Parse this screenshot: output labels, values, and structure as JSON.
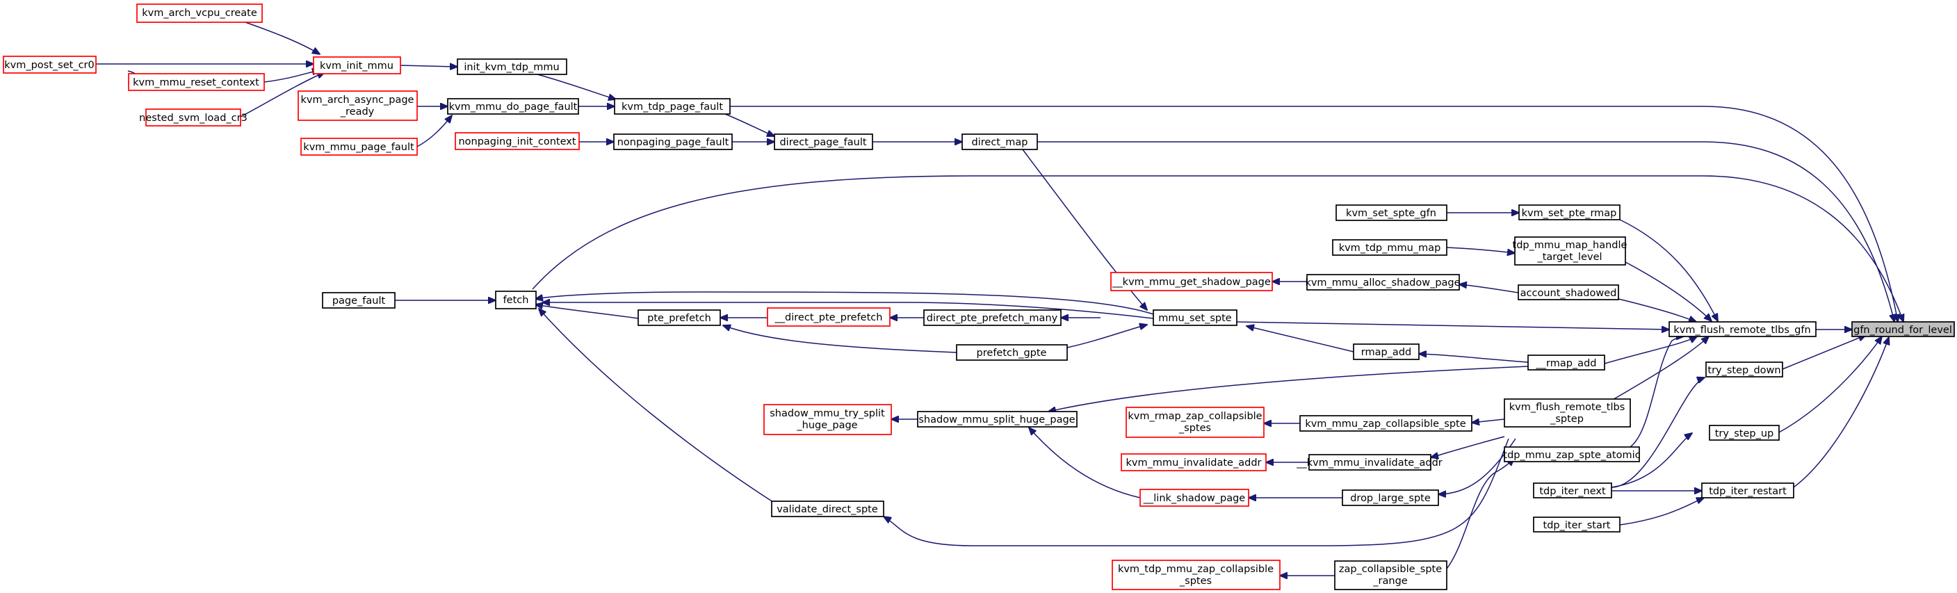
{
  "graph": {
    "title": "",
    "nodes": {
      "gfn_round_for_level": "gfn_round_for_level",
      "kvm_flush_remote_tlbs_gfn": "kvm_flush_remote_tlbs_gfn",
      "try_step_down": "try_step_down",
      "try_step_up": "try_step_up",
      "tdp_iter_restart": "tdp_iter_restart",
      "kvm_tdp_page_fault": "kvm_tdp_page_fault",
      "direct_map": "direct_map",
      "fetch": "fetch",
      "kvm_set_pte_rmap": "kvm_set_pte_rmap",
      "tdp_mmu_map_handle_target_level": [
        "tdp_mmu_map_handle",
        "_target_level"
      ],
      "account_shadowed": "account_shadowed",
      "mmu_set_spte": "mmu_set_spte",
      "rmap_add_dunder": "__rmap_add",
      "kvm_flush_remote_tlbs_sptep": [
        "kvm_flush_remote_tlbs",
        "_sptep"
      ],
      "tdp_mmu_zap_spte_atomic": "tdp_mmu_zap_spte_atomic",
      "tdp_iter_next": "tdp_iter_next",
      "tdp_iter_start": "tdp_iter_start",
      "kvm_arch_vcpu_create": "kvm_arch_vcpu_create",
      "kvm_init_mmu": "kvm_init_mmu",
      "kvm_post_set_cr0": "kvm_post_set_cr0",
      "kvm_mmu_reset_context": "kvm_mmu_reset_context",
      "nested_svm_load_cr3": "nested_svm_load_cr3",
      "init_kvm_tdp_mmu": "init_kvm_tdp_mmu",
      "kvm_arch_async_page_ready": [
        "kvm_arch_async_page",
        "_ready"
      ],
      "kvm_mmu_do_page_fault": "kvm_mmu_do_page_fault",
      "kvm_mmu_page_fault": "kvm_mmu_page_fault",
      "nonpaging_init_context": "nonpaging_init_context",
      "nonpaging_page_fault": "nonpaging_page_fault",
      "direct_page_fault": "direct_page_fault",
      "page_fault": "page_fault",
      "kvm_set_spte_gfn": "kvm_set_spte_gfn",
      "kvm_tdp_mmu_map": "kvm_tdp_mmu_map",
      "kvm_mmu_get_shadow_page": "__kvm_mmu_get_shadow_page",
      "kvm_mmu_alloc_shadow_page": "kvm_mmu_alloc_shadow_page",
      "pte_prefetch": "pte_prefetch",
      "direct_pte_prefetch": "__direct_pte_prefetch",
      "direct_pte_prefetch_many": "direct_pte_prefetch_many",
      "prefetch_gpte": "prefetch_gpte",
      "rmap_add": "rmap_add",
      "shadow_mmu_try_split_huge_page": [
        "shadow_mmu_try_split",
        "_huge_page"
      ],
      "shadow_mmu_split_huge_page": "shadow_mmu_split_huge_page",
      "kvm_rmap_zap_collapsible_sptes": [
        "kvm_rmap_zap_collapsible",
        "_sptes"
      ],
      "kvm_mmu_zap_collapsible_spte": "kvm_mmu_zap_collapsible_spte",
      "kvm_mmu_invalidate_addr": "kvm_mmu_invalidate_addr",
      "kvm_mmu_invalidate_addr_dunder": "__kvm_mmu_invalidate_addr",
      "link_shadow_page": "__link_shadow_page",
      "drop_large_spte": "drop_large_spte",
      "validate_direct_spte": "validate_direct_spte",
      "kvm_tdp_mmu_zap_collapsible_sptes": [
        "kvm_tdp_mmu_zap_collapsible",
        "_sptes"
      ],
      "zap_collapsible_spte_range": [
        "zap_collapsible_spte",
        "_range"
      ]
    },
    "colors": {
      "edge": "#191970",
      "border_normal": "#000000",
      "border_truncated": "#ff0000",
      "target_fill": "#bfbfbf"
    }
  }
}
